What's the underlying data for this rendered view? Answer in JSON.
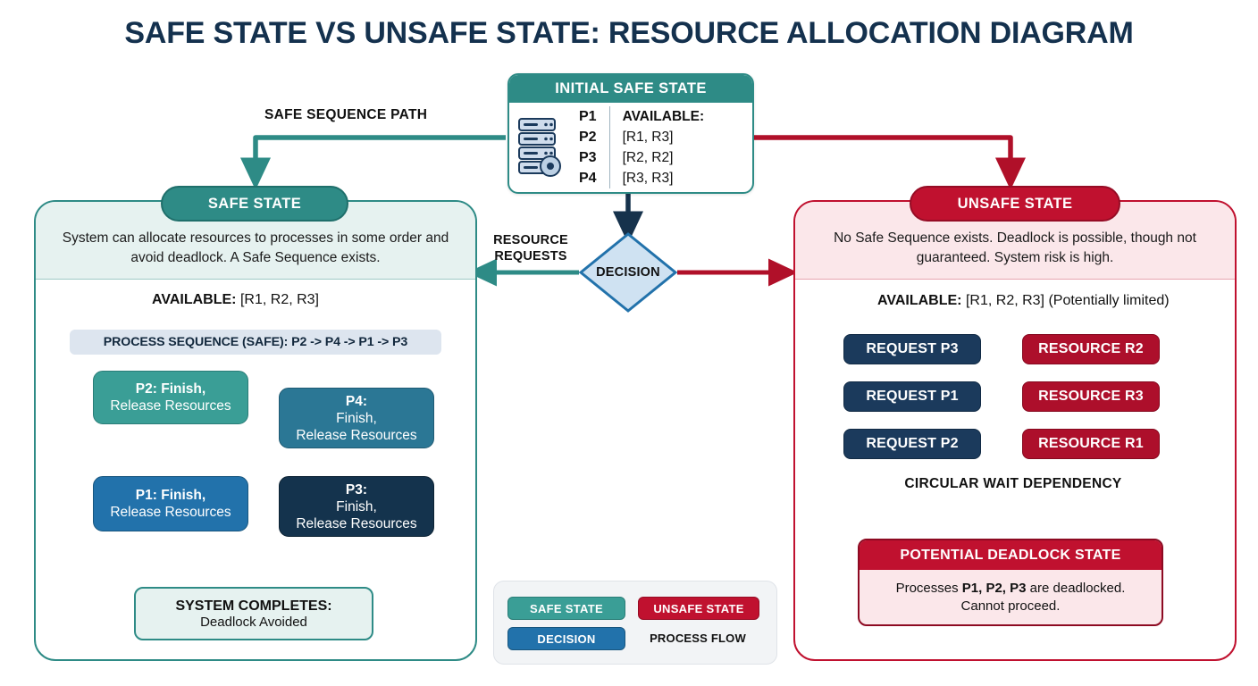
{
  "title": "SAFE STATE VS UNSAFE STATE: RESOURCE ALLOCATION DIAGRAM",
  "colors": {
    "teal": "#2e8b86",
    "teal_light": "#3a9e96",
    "blue": "#2272ab",
    "blue_dark": "#2b7795",
    "navy": "#14334d",
    "red": "#c0112f",
    "red_dark": "#ad0f2b",
    "panel_safe_bg": "#e6f2f0",
    "panel_unsafe_bg": "#fbe7ea"
  },
  "initial_state": {
    "header": "INITIAL SAFE STATE",
    "icon": "server-stack-gear-icon",
    "processes": [
      "P1",
      "P2",
      "P3",
      "P4"
    ],
    "available_label": "AVAILABLE:",
    "available_rows": [
      "[R1, R3]",
      "[R2, R2]",
      "[R3, R3]"
    ]
  },
  "decision": {
    "label": "DECISION",
    "left_path_label": "SAFE SEQUENCE PATH",
    "center_label_line1": "RESOURCE",
    "center_label_line2": "REQUESTS"
  },
  "safe_panel": {
    "badge": "SAFE STATE",
    "description": "System can allocate resources to processes in some order and avoid deadlock. A Safe Sequence exists.",
    "available_label": "AVAILABLE:",
    "available_value": "[R1, R2, R3]",
    "available_icon": "server-gear-icon",
    "sequence_banner": "PROCESS SEQUENCE (SAFE): P2 -> P4 -> P1 -> P3",
    "steps": [
      {
        "name": "P2:",
        "detail": "Finish, Release Resources",
        "line1": "P2: Finish,",
        "line2": "Release Resources"
      },
      {
        "name": "P4:",
        "detail": "Finish, Release Resources",
        "line1": "P4:",
        "line2": "Finish,",
        "line3": "Release Resources"
      },
      {
        "name": "P1:",
        "detail": "Finish, Release Resources",
        "line1": "P1: Finish,",
        "line2": "Release Resources"
      },
      {
        "name": "P3:",
        "detail": "Finish, Release Resources",
        "line1": "P3:",
        "line2": "Finish,",
        "line3": "Release Resources"
      }
    ],
    "complete_title": "SYSTEM COMPLETES:",
    "complete_subtitle": "Deadlock Avoided",
    "icons": [
      "server-drop-icon",
      "cpu-chip-icon",
      "cpu-key-icon",
      "server-clock-icon"
    ]
  },
  "unsafe_panel": {
    "badge": "UNSAFE STATE",
    "description": "No Safe Sequence exists. Deadlock is possible, though not guaranteed. System risk is high.",
    "available_label": "AVAILABLE:",
    "available_value": "[R1, R2, R3] (Potentially limited)",
    "available_icon": "server-gear-red-icon",
    "requests": [
      "REQUEST P3",
      "REQUEST P1",
      "REQUEST P2"
    ],
    "resources": [
      "RESOURCE R2",
      "RESOURCE R3",
      "RESOURCE R1"
    ],
    "circular_label": "CIRCULAR WAIT DEPENDENCY",
    "deadlock_header": "POTENTIAL DEADLOCK STATE",
    "deadlock_line1_pre": "Processes ",
    "deadlock_line1_bold": "P1, P2, P3",
    "deadlock_line1_post": " are deadlocked.",
    "deadlock_line2": "Cannot proceed.",
    "warning_icon": "warning-triangle-icon"
  },
  "legend": {
    "safe": "SAFE STATE",
    "unsafe": "UNSAFE STATE",
    "decision": "DECISION",
    "flow": "PROCESS FLOW",
    "flow_icon": "arrow-right-icon"
  }
}
